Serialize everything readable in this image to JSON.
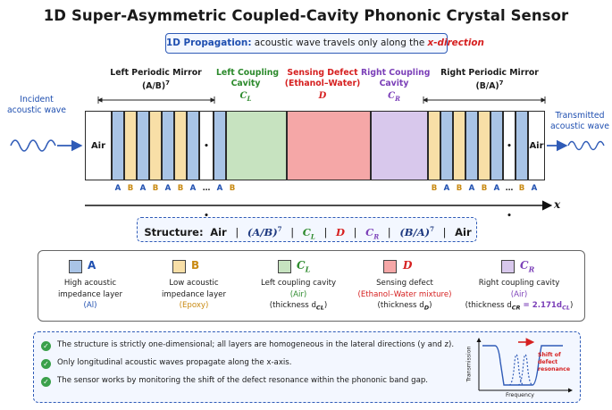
{
  "title": "1D Super-Asymmetric Coupled-Cavity Phononic Crystal Sensor",
  "propagation": {
    "lead": "1D Propagation:",
    "text": "acoustic wave travels only along the",
    "dir": "x-direction"
  },
  "labels": {
    "left_mirror_line1": "Left Periodic Mirror",
    "left_mirror_line2": "(A/B)",
    "left_mirror_exp": "7",
    "left_cav_line1": "Left Coupling",
    "left_cav_line2": "Cavity",
    "left_cav_sym": "C",
    "left_cav_sub": "L",
    "defect_line1": "Sensing Defect",
    "defect_line2": "(Ethanol–Water)",
    "defect_sym": "D",
    "right_cav_line1": "Right Coupling",
    "right_cav_line2": "Cavity",
    "right_cav_sym": "C",
    "right_cav_sub": "R",
    "right_mirror_line1": "Right Periodic Mirror",
    "right_mirror_line2": "(B/A)",
    "right_mirror_exp": "7"
  },
  "incident": [
    "Incident",
    "acoustic wave"
  ],
  "transmitted": [
    "Transmitted",
    "acoustic wave"
  ],
  "air_left": "Air",
  "air_right": "Air",
  "dots": "• • •",
  "bottom_left_labels": [
    "A",
    "B",
    "A",
    "B",
    "A",
    "B",
    "A",
    "…",
    "A",
    "B"
  ],
  "bottom_right_labels": [
    "B",
    "A",
    "B",
    "A",
    "B",
    "A",
    "…",
    "B",
    "A"
  ],
  "x_axis": "x",
  "structure": {
    "label": "Structure:",
    "air1": "Air",
    "ab": "(A/B)",
    "ab_exp": "7",
    "cl": "C",
    "cl_sub": "L",
    "d": "D",
    "cr": "C",
    "cr_sub": "R",
    "ba": "(B/A)",
    "ba_exp": "7",
    "air2": "Air"
  },
  "legend": [
    {
      "head": "A",
      "sub": "",
      "line1": "High acoustic",
      "line2": "impedance layer",
      "line3": "(Al)",
      "color": "#a9c4e6",
      "head_color": "#1f4fb0",
      "line3_color": "#1f4fb0"
    },
    {
      "head": "B",
      "sub": "",
      "line1": "Low acoustic",
      "line2": "impedance layer",
      "line3": "(Epoxy)",
      "color": "#f8dfa7",
      "head_color": "#c98a12",
      "line3_color": "#c98a12"
    },
    {
      "head": "C",
      "sub": "L",
      "line1": "Left coupling cavity",
      "line2": "(Air)",
      "line3": "(thickness d",
      "line3_sub": "CL",
      "line3_end": ")",
      "color": "#c7e3c0",
      "head_color": "#2c8a2c",
      "line2_color": "#2c8a2c"
    },
    {
      "head": "D",
      "sub": "",
      "line1": "Sensing defect",
      "line2": "(Ethanol–Water mixture)",
      "line3": "(thickness d",
      "line3_sub": "D",
      "line3_end": ")",
      "color": "#f5a7a7",
      "head_color": "#d62020",
      "line2_color": "#d62020"
    },
    {
      "head": "C",
      "sub": "R",
      "line1": "Right coupling cavity",
      "line2": "(Air)",
      "line3": "(thickness d",
      "line3_sub": "CR",
      "line3_end": " = 2.171d",
      "line3_sub2": "CL",
      "line3_end2": ")",
      "color": "#d8c8ec",
      "head_color": "#7b3fb8",
      "line2_color": "#7b3fb8"
    }
  ],
  "notes": [
    "The structure is strictly one-dimensional; all layers are homogeneous in the lateral directions (y and z).",
    "Only longitudinal acoustic waves propagate along the x-axis.",
    "The sensor works by monitoring the shift of the defect resonance within the phononic band gap."
  ],
  "inset": {
    "ylabel": "Transmission",
    "xlabel": "Frequency",
    "annotation_line1": "Shift of defect",
    "annotation_line2": "resonance"
  },
  "colors": {
    "A": "#a9c4e6",
    "B": "#f8dfa7",
    "CL": "#c7e3c0",
    "D": "#f5a7a7",
    "CR": "#d8c8ec",
    "wave": "#2f5bb7",
    "accent": "#d62020"
  }
}
